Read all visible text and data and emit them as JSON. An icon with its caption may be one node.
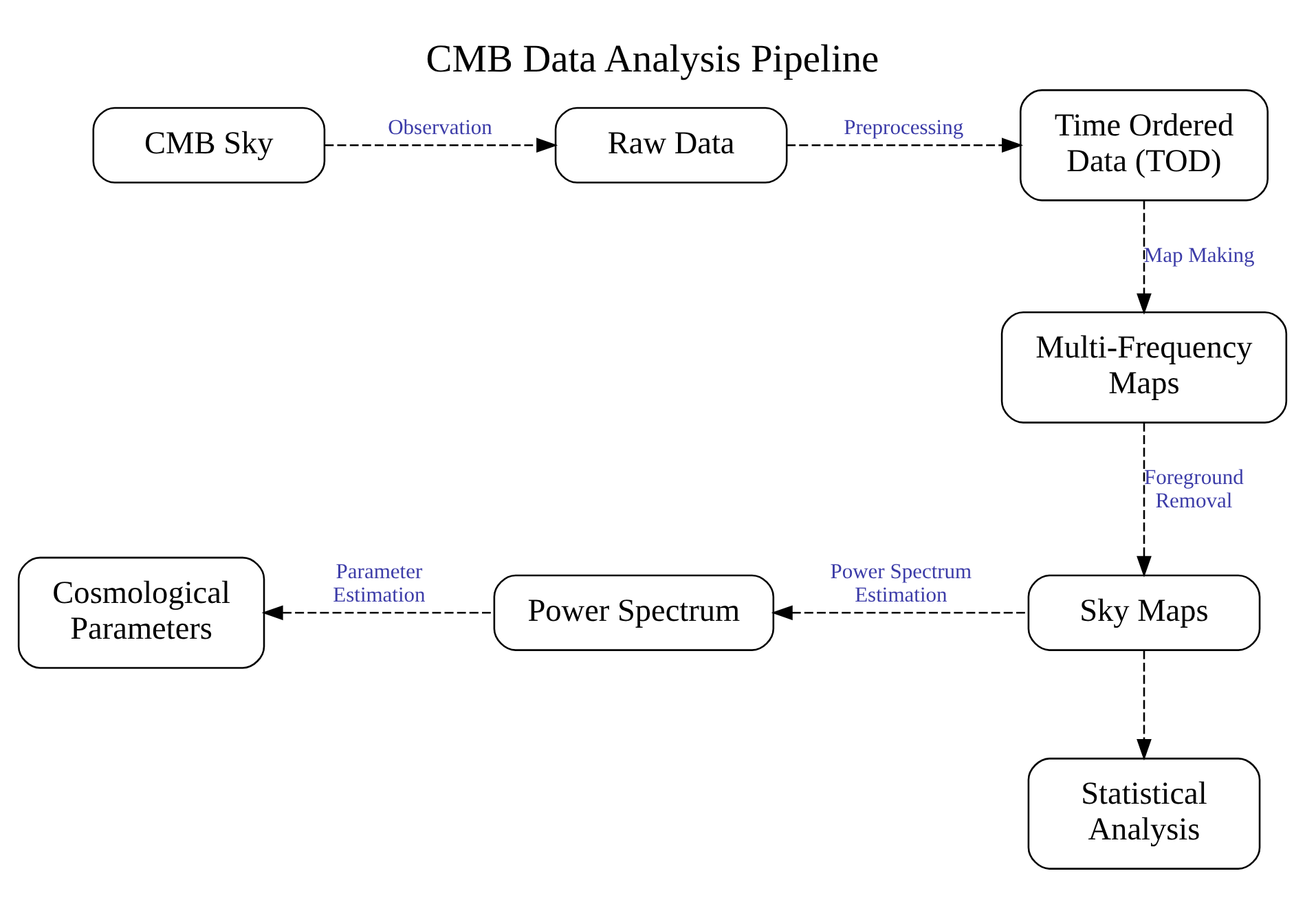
{
  "diagram": {
    "title": "CMB Data Analysis Pipeline",
    "nodes": [
      {
        "text": [
          "CMB Sky"
        ]
      },
      {
        "text": [
          "Raw Data"
        ]
      },
      {
        "text": [
          "Time Ordered Data (TOD)"
        ]
      },
      {
        "text": [
          "Multi-Frequency Maps"
        ]
      },
      {
        "text": [
          "Sky Maps"
        ]
      },
      {
        "text": [
          "Power Spectrum"
        ]
      },
      {
        "text": [
          "Cosmological Parameters"
        ]
      },
      {
        "text": [
          "Statistical Analysis"
        ]
      }
    ],
    "edges": [
      {
        "from": 0,
        "to": 1,
        "arrow": "to",
        "label": "Observation",
        "style": "dashed"
      },
      {
        "from": 1,
        "to": 2,
        "arrow": "to",
        "label": "Preprocessing",
        "style": "dashed"
      },
      {
        "from": 2,
        "to": 3,
        "arrow": "to",
        "label": "Map Making",
        "style": "dashed"
      },
      {
        "from": 3,
        "to": 4,
        "arrow": "to",
        "label": "Foreground Removal",
        "style": "dashed"
      },
      {
        "from": 4,
        "to": 5,
        "arrow": "to",
        "label": "Power Spectrum Estimation",
        "style": "dashed"
      },
      {
        "from": 5,
        "to": 6,
        "arrow": "to",
        "label": "Parameter Estimation",
        "style": "dashed"
      },
      {
        "from": 4,
        "to": 7,
        "arrow": "to",
        "style": "dashed"
      }
    ]
  }
}
